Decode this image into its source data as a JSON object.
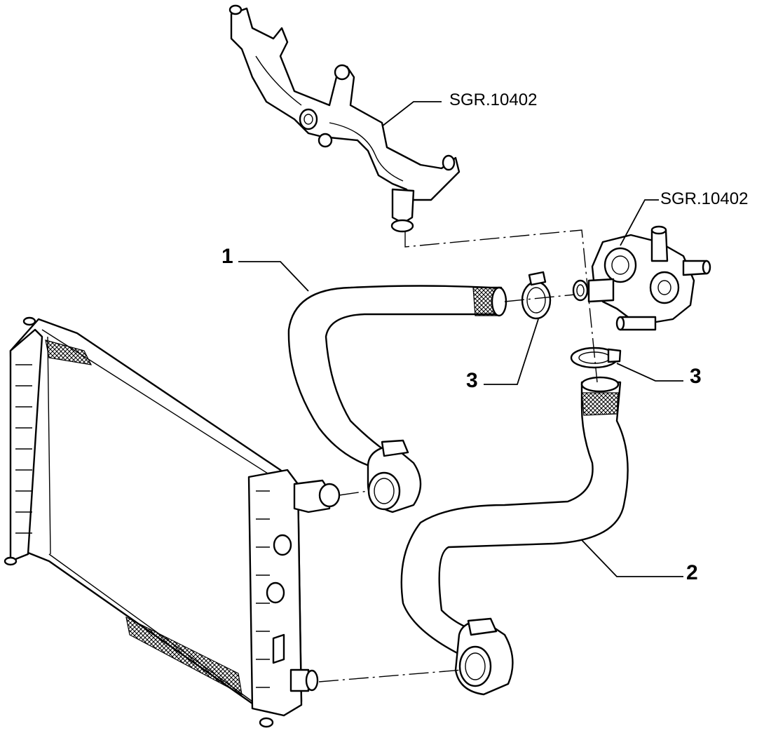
{
  "callouts": {
    "ref_top": "SGR.10402",
    "ref_right": "SGR.10402",
    "item_1": "1",
    "item_2": "2",
    "item_3_left": "3",
    "item_3_right": "3"
  }
}
